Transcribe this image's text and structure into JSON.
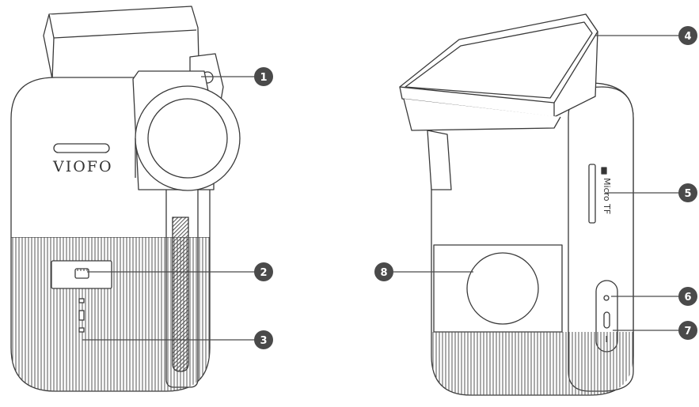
{
  "brand": "VIOFO",
  "slot_label": "Micro TF",
  "callouts": [
    "1",
    "2",
    "3",
    "4",
    "5",
    "6",
    "7",
    "8"
  ],
  "colors": {
    "line": "#3a3a3a",
    "fill": "#ffffff",
    "callout": "#4a4a4a",
    "grille": "#555555"
  }
}
